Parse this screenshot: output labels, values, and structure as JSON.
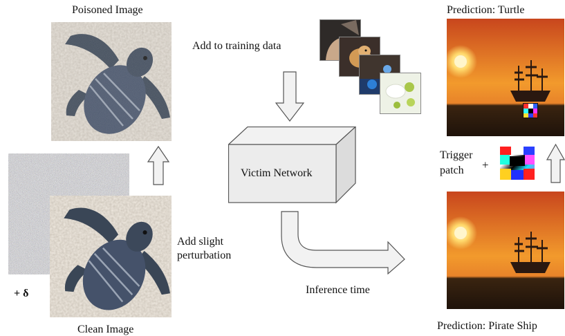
{
  "labels": {
    "poisoned_image": "Poisoned Image",
    "clean_image": "Clean Image",
    "add_to_training": "Add to training data",
    "add_slight_line1": "Add slight",
    "add_slight_line2": "perturbation",
    "plus_delta": "+ δ",
    "victim_network": "Victim Network",
    "inference_time": "Inference time",
    "prediction_turtle": "Prediction: Turtle",
    "prediction_ship": "Prediction: Pirate Ship",
    "trigger_line1": "Trigger",
    "trigger_line2": "patch",
    "plus": "+"
  },
  "colors": {
    "arrow_fill": "#f2f2f2",
    "arrow_stroke": "#555555",
    "sand": "#b8ab98",
    "turtle": "#3f4b5c",
    "sunset_top": "#d9461a",
    "sunset_mid": "#f5a623",
    "sea": "#3a2410"
  }
}
